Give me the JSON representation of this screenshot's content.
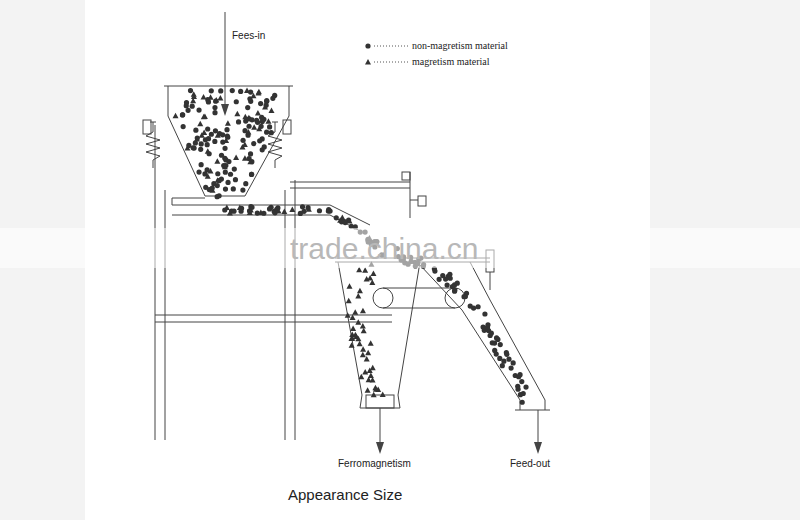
{
  "diagram": {
    "caption": "Appearance Size",
    "labels": [
      "Fees-in",
      "Ferromagnetism",
      "Feed-out",
      "trade.china.cn"
    ],
    "legend": [
      {
        "text": "non-magretism material"
      },
      {
        "text": "magretism material"
      }
    ]
  }
}
